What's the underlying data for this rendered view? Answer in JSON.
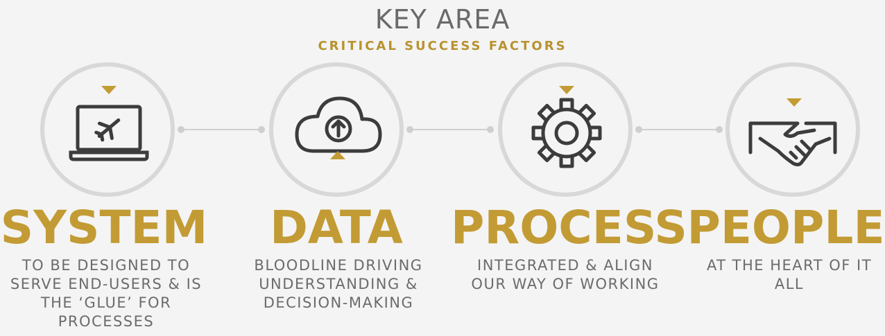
{
  "header": {
    "title": "KEY AREA",
    "subtitle": "CRITICAL SUCCESS FACTORS"
  },
  "colors": {
    "accent": "#c39b34",
    "text_gray": "#6b6b6b",
    "circle_ring": "#d8d8d8",
    "connector": "#cfcfcf",
    "icon_stroke": "#3c3c3c"
  },
  "factors": [
    {
      "title": "SYSTEM",
      "description": "TO BE DESIGNED TO SERVE END-USERS & IS THE ‘GLUE’ FOR PROCESSES",
      "icon": "laptop-airplane-icon"
    },
    {
      "title": "DATA",
      "description": "BLOODLINE DRIVING UNDERSTANDING & DECISION-MAKING",
      "icon": "cloud-upload-icon"
    },
    {
      "title": "PROCESS",
      "description": "INTEGRATED & ALIGN OUR WAY OF WORKING",
      "icon": "gear-icon"
    },
    {
      "title": "PEOPLE",
      "description": "AT THE HEART OF IT ALL",
      "icon": "handshake-icon"
    }
  ]
}
